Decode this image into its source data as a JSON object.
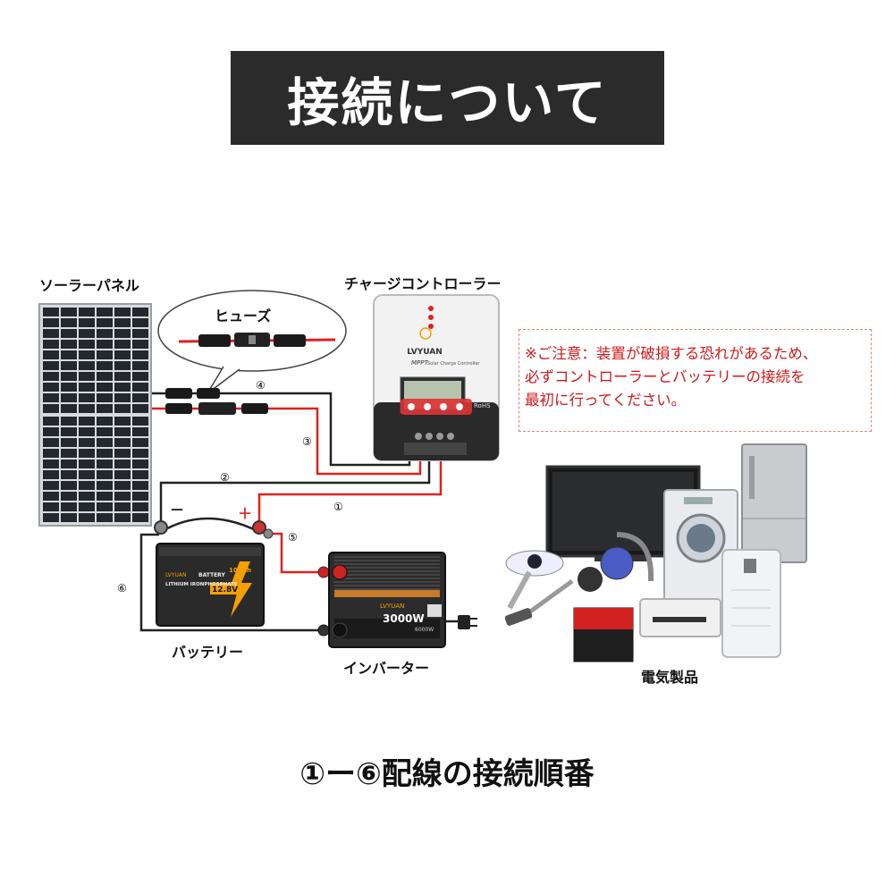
{
  "title": "接続について",
  "labels": {
    "solar_panel": "ソーラーパネル",
    "charge_controller": "チャージコントローラー",
    "fuse": "ヒューズ",
    "battery": "バッテリー",
    "inverter": "インバーター",
    "appliances": "電気製品"
  },
  "notice": {
    "line1": "※ご注意：装置が破損する恐れがあるため、",
    "line2": "必ずコントローラーとバッテリーの接続を",
    "line3": "最初に行ってください。"
  },
  "wire_numbers": [
    "①",
    "②",
    "③",
    "④",
    "⑤",
    "⑥"
  ],
  "polarity": {
    "minus": "－",
    "plus": "＋"
  },
  "controller": {
    "brand": "LVYUAN",
    "model": "MPPT",
    "subtitle": "Solar Charge Controller",
    "badge": "RoHS"
  },
  "battery": {
    "brand": "LVYUAN",
    "line1": "BATTERY",
    "line2": "LITHIUM  IRONPHOSPHATE",
    "voltage": "12.8V",
    "capacity": "100Ah"
  },
  "inverter": {
    "brand": "LVYUAN",
    "power": "3000W",
    "peak": "6000W"
  },
  "footer": "①ー⑥配線の接続順番",
  "colors": {
    "positive_wire": "#e02020",
    "negative_wire": "#222222",
    "accent": "#f5a000"
  }
}
